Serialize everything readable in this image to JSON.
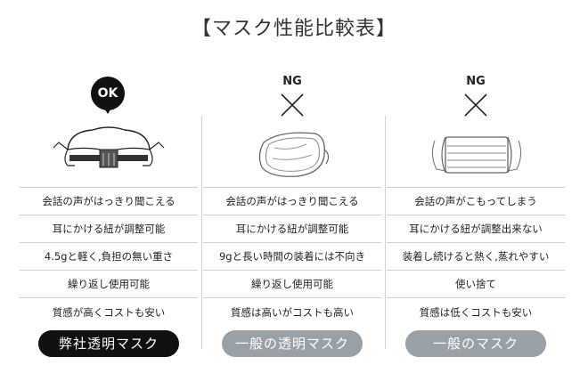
{
  "title": "【マスク性能比較表】",
  "colors": {
    "product": "#111111",
    "other": "#9aa0a7",
    "divider": "#cfcfcf"
  },
  "columns": [
    {
      "badge": "OK",
      "icon": "transparent-mask-ok-icon",
      "rows": [
        "会話の声がはっきり聞こえる",
        "耳にかける紐が調整可能",
        "4.5gと軽く,負担の無い重さ",
        "繰り返し使用可能",
        "質感が高くコストも安い"
      ],
      "label": "弊社透明マスク"
    },
    {
      "badge": "NG",
      "icon": "clear-face-shield-mask-icon",
      "rows": [
        "会話の声がはっきり聞こえる",
        "耳にかける紐が調整可能",
        "9gと長い時間の装着には不向き",
        "繰り返し使用可能",
        "質感は高いがコストも高い"
      ],
      "label": "一般の透明マスク"
    },
    {
      "badge": "NG",
      "icon": "surgical-mask-icon",
      "rows": [
        "会話の声がこもってしまう",
        "耳にかける紐が調整出来ない",
        "装着し続けると熱く,蒸れやすい",
        "使い捨て",
        "質感は低くコストも安い"
      ],
      "label": "一般のマスク"
    }
  ]
}
